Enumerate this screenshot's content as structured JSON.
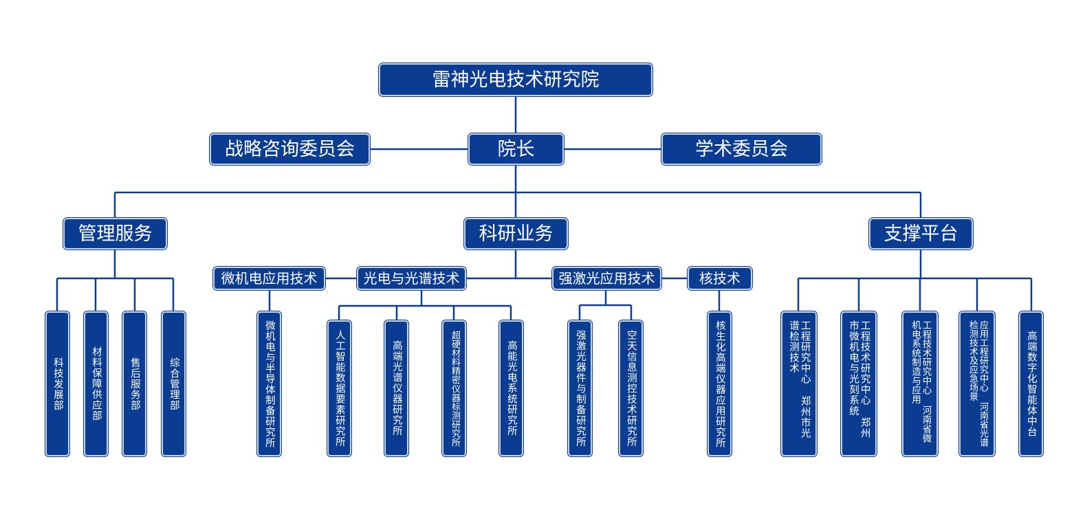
{
  "org": {
    "root": "雷神光电技术研究院",
    "president": "院长",
    "strategy_committee": "战略咨询委员会",
    "academic_committee": "学术委员会",
    "divisions": {
      "management": "管理服务",
      "research": "科研业务",
      "support": "支撑平台"
    },
    "management_units": [
      "科技发展部",
      "材料保障供应部",
      "售后服务部",
      "综合管理部"
    ],
    "research_groups": {
      "mems": "微机电应用技术",
      "optoelectronic": "光电与光谱技术",
      "laser": "强激光应用技术",
      "nuclear": "核技术"
    },
    "mems_units": [
      "微机电与半导体制备研究所"
    ],
    "optoelectronic_units": [
      "人工智能数据要素研究所",
      "高端光谱仪器研究所",
      "超硬材料精密仪器标测研究所",
      "高能光电系统研究所"
    ],
    "laser_units": [
      "强激光器件与制备研究所",
      "空天信息测控技术研究所"
    ],
    "nuclear_units": [
      "核生化高端仪器应用研究所"
    ],
    "support_units": [
      {
        "line1": "郑州市光谱检测技术",
        "line2": "工程研究中心"
      },
      {
        "line1": "郑州市微机电与光刻系统",
        "line2": "工程技术研究中心"
      },
      {
        "line1": "河南省微机电系统制造与应用",
        "line2": "工程技术研究中心"
      },
      {
        "line1": "河南省光谱检测技术及应急场景",
        "line2": "应用工程研究中心"
      },
      {
        "line1": "高端数字化智能体中台",
        "line2": ""
      }
    ]
  },
  "colors": {
    "box_fill": "#0a3d91",
    "box_border": "#c9d6ea",
    "line": "#0a3d91",
    "text": "#ffffff"
  }
}
